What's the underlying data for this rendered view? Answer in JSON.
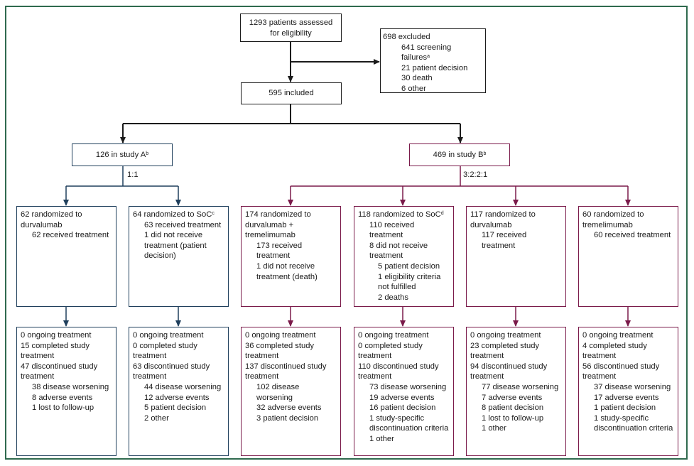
{
  "assessed": {
    "label": "1293 patients assessed for eligibility"
  },
  "excluded": {
    "title": "698 excluded",
    "items": [
      "641 screening failures",
      "21 patient decision",
      "30 death",
      "6 other"
    ],
    "screening_sup": "a"
  },
  "included": {
    "label": "595 included"
  },
  "study_a": {
    "label": "126 in study A",
    "sup": "b",
    "ratio": "1:1"
  },
  "study_b": {
    "label": "469 in study B",
    "sup": "b",
    "ratio": "3:2:2:1"
  },
  "arms": [
    {
      "group": "A",
      "lines": [
        {
          "t": "62 randomized to durvalumab",
          "i": 0
        },
        {
          "t": "62 received treatment",
          "i": 1
        }
      ]
    },
    {
      "group": "A",
      "sup": "c",
      "lines": [
        {
          "t": "64 randomized to SoC",
          "i": 0,
          "sup": "c"
        },
        {
          "t": "63 received treatment",
          "i": 1
        },
        {
          "t": "1 did not receive treatment (patient decision)",
          "i": 1
        }
      ]
    },
    {
      "group": "B",
      "lines": [
        {
          "t": "174 randomized to durvalumab + tremelimumab",
          "i": 0
        },
        {
          "t": "173 received treatment",
          "i": 1
        },
        {
          "t": "1 did not receive treatment (death)",
          "i": 1
        }
      ]
    },
    {
      "group": "B",
      "sup": "d",
      "lines": [
        {
          "t": "118 randomized to SoC",
          "i": 0,
          "sup": "d"
        },
        {
          "t": "110 received treatment",
          "i": 1
        },
        {
          "t": "8 did not receive treatment",
          "i": 1
        },
        {
          "t": "5 patient decision",
          "i": 2
        },
        {
          "t": "1 eligibility criteria not fulfilled",
          "i": 2
        },
        {
          "t": "2 deaths",
          "i": 2
        }
      ]
    },
    {
      "group": "B",
      "lines": [
        {
          "t": "117 randomized to durvalumab",
          "i": 0
        },
        {
          "t": "117 received treatment",
          "i": 1
        }
      ]
    },
    {
      "group": "B",
      "lines": [
        {
          "t": "60 randomized to tremelimumab",
          "i": 0
        },
        {
          "t": "60 received treatment",
          "i": 1
        }
      ]
    }
  ],
  "outcomes": [
    {
      "lines": [
        {
          "t": "0 ongoing treatment",
          "i": 0
        },
        {
          "t": "15 completed study treatment",
          "i": 0
        },
        {
          "t": "47 discontinued study treatment",
          "i": 0
        },
        {
          "t": "38 disease worsening",
          "i": 1
        },
        {
          "t": "8 adverse events",
          "i": 1
        },
        {
          "t": "1 lost to follow-up",
          "i": 1
        }
      ]
    },
    {
      "lines": [
        {
          "t": "0 ongoing treatment",
          "i": 0
        },
        {
          "t": "0 completed study treatment",
          "i": 0
        },
        {
          "t": "63 discontinued study treatment",
          "i": 0
        },
        {
          "t": "44 disease worsening",
          "i": 1
        },
        {
          "t": "12 adverse events",
          "i": 1
        },
        {
          "t": "5 patient decision",
          "i": 1
        },
        {
          "t": "2 other",
          "i": 1
        }
      ]
    },
    {
      "lines": [
        {
          "t": "0 ongoing treatment",
          "i": 0
        },
        {
          "t": "36 completed study treatment",
          "i": 0
        },
        {
          "t": "137 discontinued study treatment",
          "i": 0
        },
        {
          "t": "102 disease worsening",
          "i": 1
        },
        {
          "t": "32 adverse events",
          "i": 1
        },
        {
          "t": "3 patient decision",
          "i": 1
        }
      ]
    },
    {
      "lines": [
        {
          "t": "0 ongoing treatment",
          "i": 0
        },
        {
          "t": "0 completed study treatment",
          "i": 0
        },
        {
          "t": "110 discontinued study treatment",
          "i": 0
        },
        {
          "t": "73 disease worsening",
          "i": 1
        },
        {
          "t": "19 adverse events",
          "i": 1
        },
        {
          "t": "16 patient decision",
          "i": 1
        },
        {
          "t": "1 study-specific discontinuation criteria",
          "i": 1
        },
        {
          "t": "1 other",
          "i": 1
        }
      ]
    },
    {
      "lines": [
        {
          "t": "0 ongoing treatment",
          "i": 0
        },
        {
          "t": "23 completed study treatment",
          "i": 0
        },
        {
          "t": "94 discontinued study treatment",
          "i": 0
        },
        {
          "t": "77 disease worsening",
          "i": 1
        },
        {
          "t": "7 adverse events",
          "i": 1
        },
        {
          "t": "8 patient decision",
          "i": 1
        },
        {
          "t": "1 lost to follow-up",
          "i": 1
        },
        {
          "t": "1 other",
          "i": 1
        }
      ]
    },
    {
      "lines": [
        {
          "t": "0 ongoing treatment",
          "i": 0
        },
        {
          "t": "4 completed study treatment",
          "i": 0
        },
        {
          "t": "56 discontinued study treatment",
          "i": 0
        },
        {
          "t": "37 disease worsening",
          "i": 1
        },
        {
          "t": "17 adverse events",
          "i": 1
        },
        {
          "t": "1 patient decision",
          "i": 1
        },
        {
          "t": "1 study-specific discontinuation criteria",
          "i": 1
        }
      ]
    }
  ],
  "colors": {
    "frame": "#2f6a4e",
    "main": "#1b1b1b",
    "study_a": "#1f3f5c",
    "study_b": "#7a1a4a"
  }
}
